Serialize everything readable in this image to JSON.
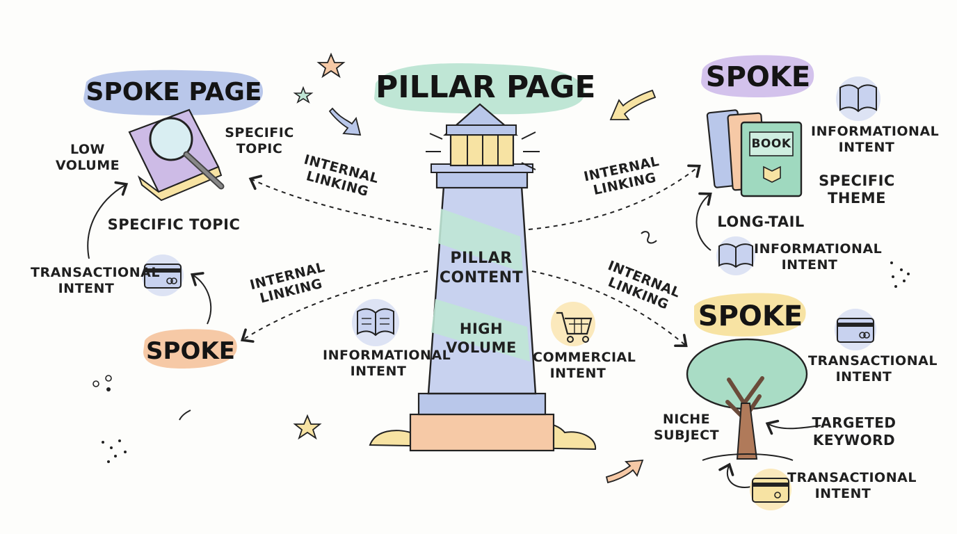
{
  "title": "PILLAR PAGE",
  "pillar": {
    "content_label": "PILLAR\nCONTENT",
    "volume_label": "HIGH\nVOLUME",
    "informational": "INFORMATIONAL\nINTENT",
    "commercial": "COMMERCIAL\nINTENT"
  },
  "links": {
    "top_left": "INTERNAL\nLINKING",
    "top_right": "INTERNAL\nLINKING",
    "bottom_left": "INTERNAL\nLINKING",
    "bottom_right": "INTERNAL\nLINKING"
  },
  "spoke_page": {
    "title": "SPOKE PAGE",
    "specific_topic_small": "SPECIFIC\nTOPIC",
    "low_volume": "LOW\nVOLUME",
    "specific_topic": "SPECIFIC TOPIC",
    "transactional": "TRANSACTIONAL\nINTENT"
  },
  "spoke_left": {
    "title": "SPOKE"
  },
  "spoke_top_right": {
    "title": "SPOKE",
    "book_text": "BOOK",
    "informational": "INFORMATIONAL\nINTENT",
    "specific_theme": "SPECIFIC\nTHEME",
    "long_tail": "LONG-TAIL",
    "informational_2": "INFORMATIONAL\nINTENT"
  },
  "spoke_bottom_right": {
    "title": "SPOKE",
    "transactional": "TRANSACTIONAL\nINTENT",
    "niche_subject": "NICHE\nSUBJECT",
    "targeted_keyword": "TARGETED\nKEYWORD",
    "transactional_2": "TRANSACTIONAL\nINTENT"
  },
  "colors": {
    "mint": "#bfe6d5",
    "lavender": "#c9b8e6",
    "blue": "#b9c7ea",
    "peach": "#f6c9a6",
    "yellow": "#f7e3a3",
    "ink": "#222222"
  },
  "icons": [
    "open-book-icon",
    "credit-card-icon",
    "shopping-cart-icon",
    "magnifier-book-icon",
    "book-stack-icon",
    "tree-icon",
    "lighthouse-icon",
    "star-icon",
    "arrow-icon"
  ]
}
